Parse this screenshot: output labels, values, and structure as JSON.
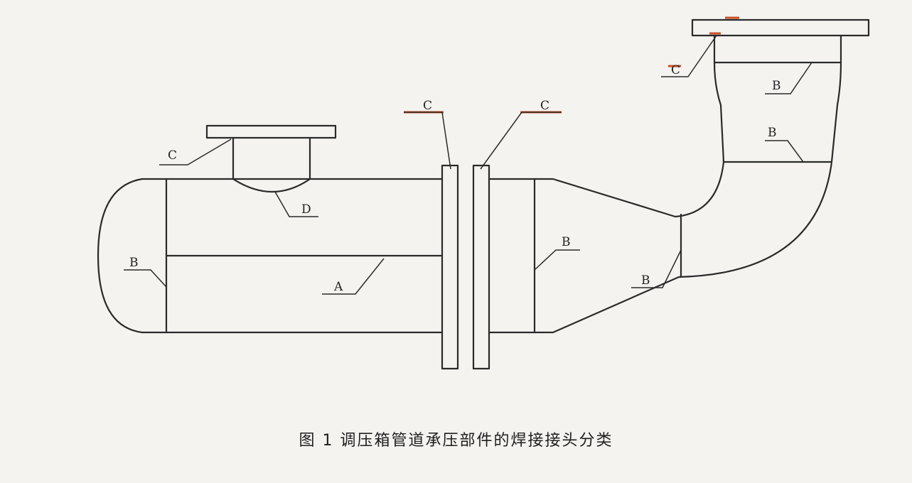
{
  "caption": "图 1   调压箱管道承压部件的焊接接头分类",
  "labels": {
    "c_top_left_flange": "C",
    "c_left_flange_pair": "C",
    "c_right_flange_pair": "C",
    "c_top_right_flange": "C",
    "d_nozzle": "D",
    "a_longitudinal": "A",
    "b_head": "B",
    "b_shell_right": "B",
    "b_reducer": "B",
    "b_elbow_upper": "B",
    "b_elbow_top": "B"
  },
  "colors": {
    "line": "#2a2a2a",
    "weld_mark": "#c8502a",
    "paper": "#f4f3f0"
  }
}
